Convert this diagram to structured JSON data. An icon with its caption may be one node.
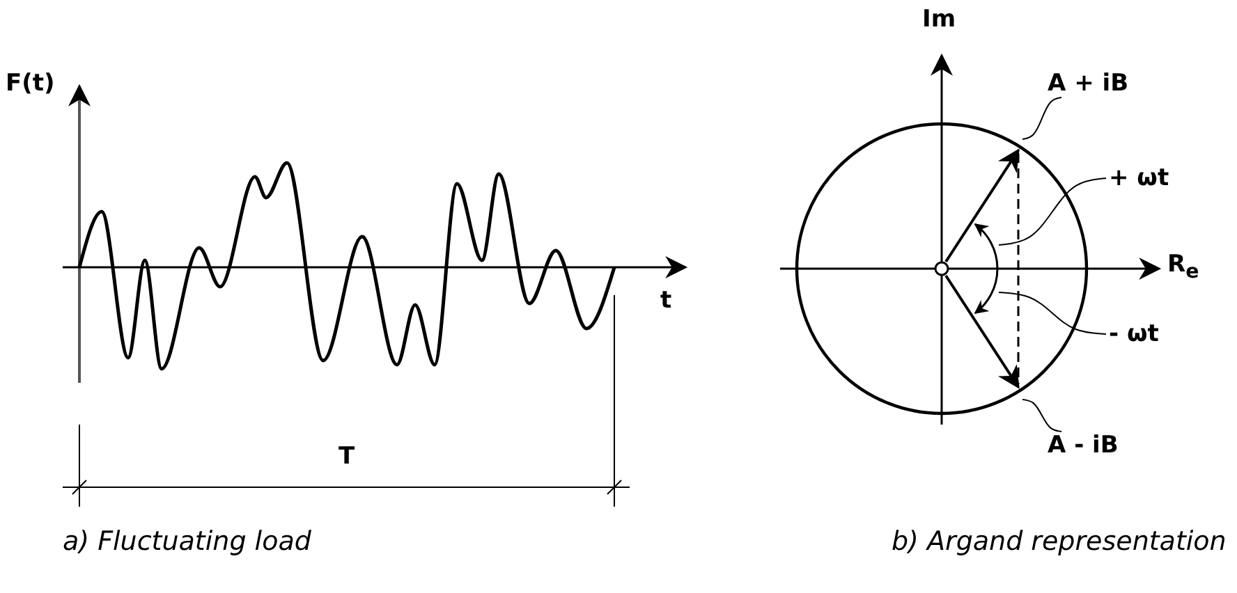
{
  "diagram": {
    "nodes": [
      {
        "text": [
          "A + iB"
        ]
      },
      {
        "text": [
          "+ ωt"
        ]
      },
      {
        "text": [
          "- ωt"
        ]
      },
      {
        "text": [
          "A - iB"
        ]
      },
      {
        "text": [],
        "shape": "arc",
        "in": 5
      },
      {
        "text": [],
        "shape": "circle"
      }
    ],
    "edges": [
      {
        "from": 0,
        "to": 5,
        "arrow": "none"
      },
      {
        "from": 1,
        "to": 4,
        "arrow": "none"
      },
      {
        "from": 2,
        "to": 4,
        "arrow": "none"
      },
      {
        "from": 3,
        "to": 5,
        "arrow": "none"
      }
    ],
    "labels": [
      "F(t)",
      "t",
      "T",
      "Im",
      "R$_{e}$",
      "a) Fluctuating load",
      "b) Argand representation"
    ]
  }
}
